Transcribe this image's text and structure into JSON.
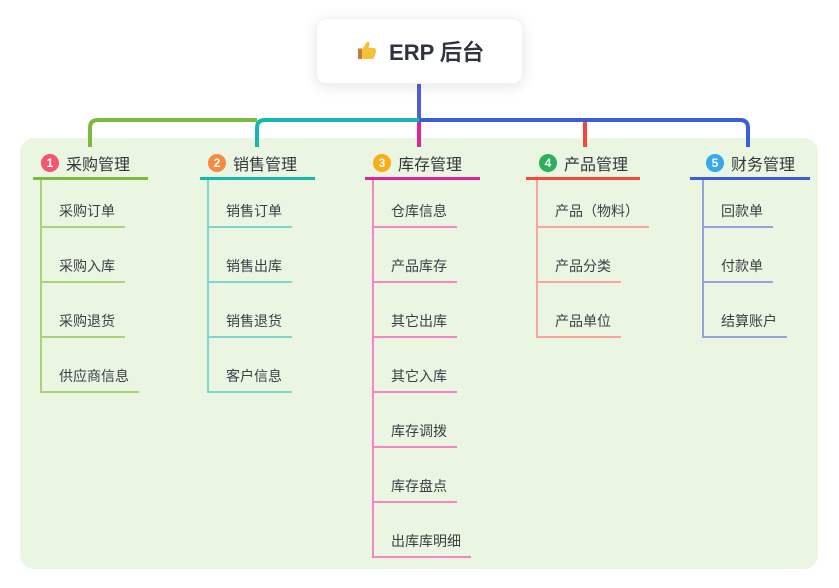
{
  "root": {
    "title": "ERP 后台",
    "icon": "thumbs-up"
  },
  "connector": {
    "root_line_color": "#4f5ed6"
  },
  "panel": {
    "background": "#eaf6e2"
  },
  "branches": [
    {
      "number": "1",
      "label": "采购管理",
      "color": "#7cb93f",
      "light_color": "#a9d379",
      "badge_color": "#f2566f",
      "children": [
        "采购订单",
        "采购入库",
        "采购退货",
        "供应商信息"
      ]
    },
    {
      "number": "2",
      "label": "销售管理",
      "color": "#14b8ae",
      "light_color": "#7fd7cc",
      "badge_color": "#f68a3f",
      "children": [
        "销售订单",
        "销售出库",
        "销售退货",
        "客户信息"
      ]
    },
    {
      "number": "3",
      "label": "库存管理",
      "color": "#e02399",
      "light_color": "#f387c6",
      "badge_color": "#fbad18",
      "children": [
        "仓库信息",
        "产品库存",
        "其它出库",
        "其它入库",
        "库存调拨",
        "库存盘点",
        "出库库明细"
      ]
    },
    {
      "number": "4",
      "label": "产品管理",
      "color": "#f4483b",
      "light_color": "#f9a59e",
      "badge_color": "#2bb15c",
      "children": [
        "产品（物料）",
        "产品分类",
        "产品单位"
      ]
    },
    {
      "number": "5",
      "label": "财务管理",
      "color": "#3a5dd9",
      "light_color": "#93a4dd",
      "badge_color": "#34a8f0",
      "children": [
        "回款单",
        "付款单",
        "结算账户"
      ]
    }
  ]
}
